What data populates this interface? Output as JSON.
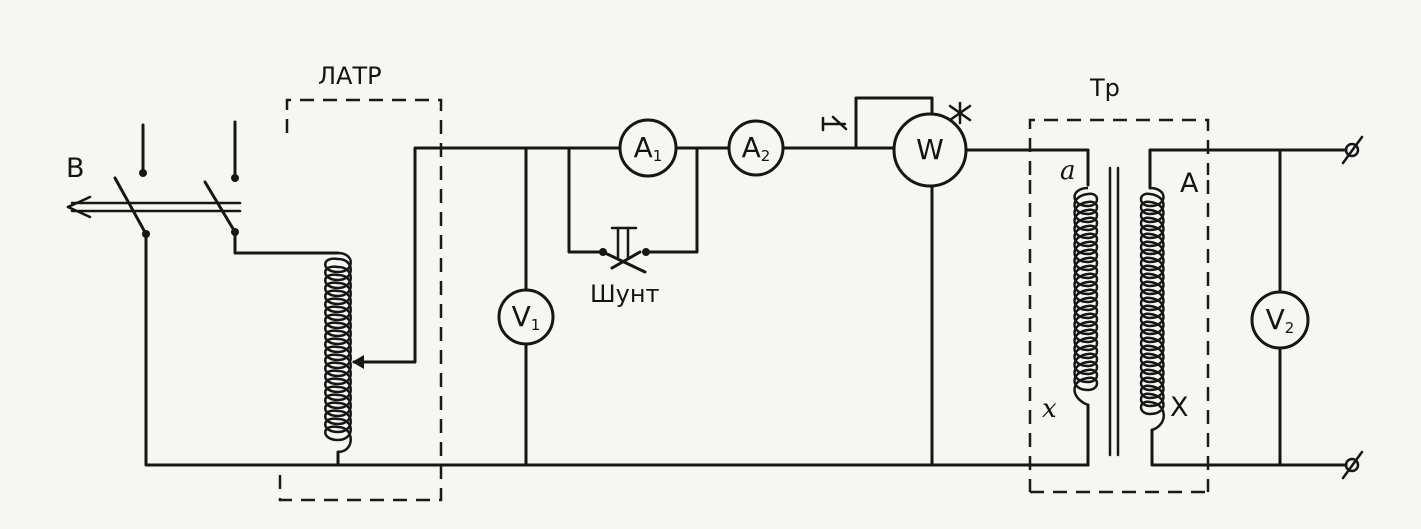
{
  "labels": {
    "switch": "B",
    "autotransformer": "ЛАТР",
    "shunt": "Шунт",
    "transformer": "Тр",
    "terminal_a": "a",
    "terminal_x": "x",
    "terminal_A": "A",
    "terminal_X": "X"
  },
  "meters": {
    "v1": {
      "symbol": "V",
      "index": "1"
    },
    "a1": {
      "symbol": "A",
      "index": "1"
    },
    "a2": {
      "symbol": "A",
      "index": "2"
    },
    "w": {
      "symbol": "W",
      "index": ""
    },
    "v2": {
      "symbol": "V",
      "index": "2"
    }
  },
  "colors": {
    "ink": "#161616",
    "paper": "#f6f6f3"
  }
}
